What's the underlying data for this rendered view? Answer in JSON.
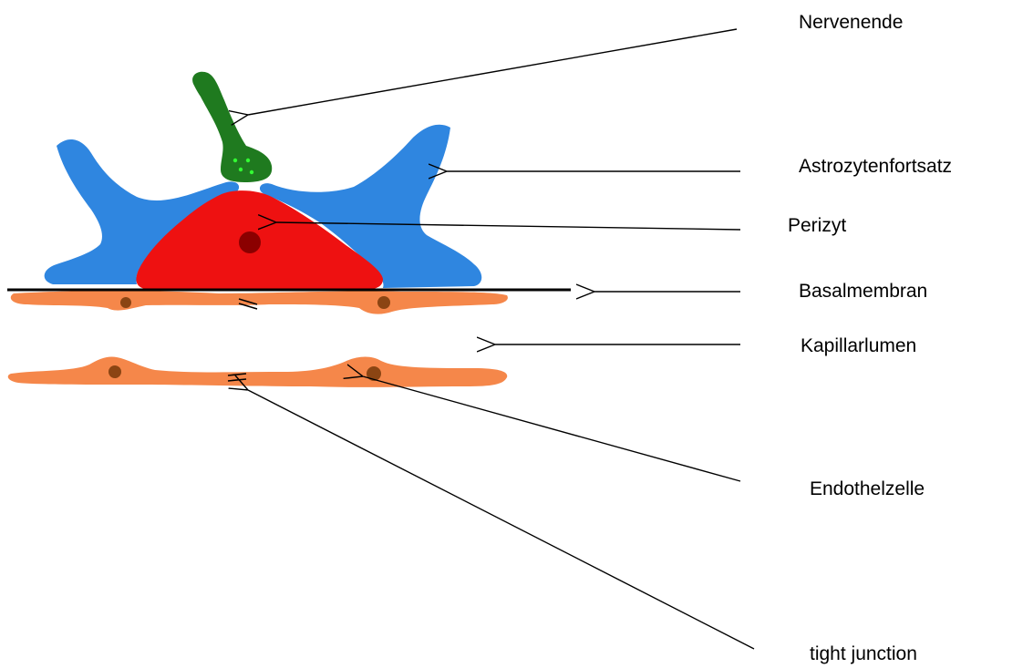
{
  "labels": {
    "nervenende": "Nervenende",
    "astrozytenfortsatz": "Astrozytenfortsatz",
    "perizyt": "Perizyt",
    "basalmembran": "Basalmembran",
    "kapillarlumen": "Kapillarlumen",
    "endothelzelle": "Endothelzelle",
    "tight_junction": "tight junction"
  },
  "colors": {
    "nerve_ending": "#1f7a1f",
    "nerve_vesicles": "#33ff33",
    "astrocyte": "#2f86e0",
    "pericyte": "#ee1111",
    "pericyte_nucleus": "#8b0000",
    "endothelium": "#f5874a",
    "endothelium_nucleus": "#8b4513",
    "line": "#000000"
  }
}
